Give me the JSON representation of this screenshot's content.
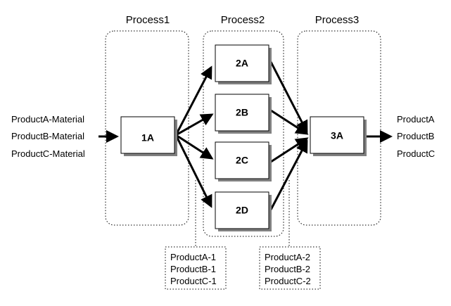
{
  "processes": [
    {
      "title": "Process1"
    },
    {
      "title": "Process2"
    },
    {
      "title": "Process3"
    }
  ],
  "nodes": {
    "n1A": "1A",
    "n2A": "2A",
    "n2B": "2B",
    "n2C": "2C",
    "n2D": "2D",
    "n3A": "3A"
  },
  "inputs": [
    "ProductA-Material",
    "ProductB-Material",
    "ProductC-Material"
  ],
  "outputs": [
    "ProductA",
    "ProductB",
    "ProductC"
  ],
  "notes": {
    "after_process1": [
      "ProductA-1",
      "ProductB-1",
      "ProductC-1"
    ],
    "after_process2": [
      "ProductA-2",
      "ProductB-2",
      "ProductC-2"
    ]
  },
  "colors": {
    "stroke": "#000000",
    "shadow": "#808080",
    "box_fill": "#ffffff"
  }
}
